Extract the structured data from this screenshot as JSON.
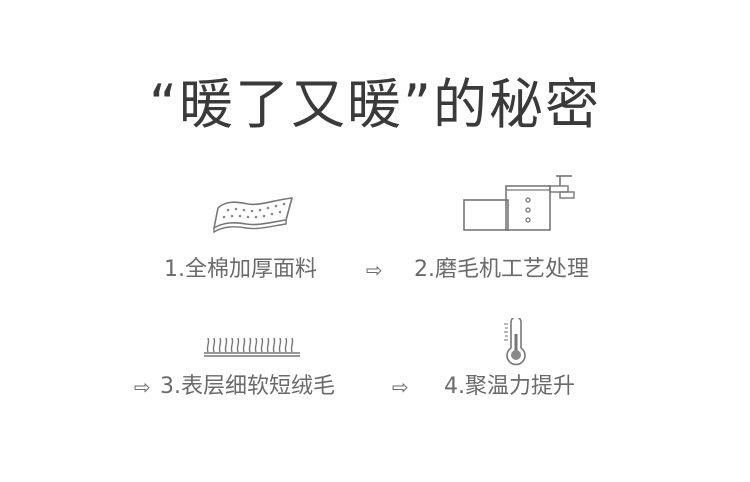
{
  "title": "“暖了又暖”的秘密",
  "steps": [
    {
      "label": "1.全棉加厚面料",
      "icon": "fabric-pad-icon"
    },
    {
      "label": "2.磨毛机工艺处理",
      "icon": "brushing-machine-icon"
    },
    {
      "label": "3.表层细软短绒毛",
      "icon": "short-fleece-icon"
    },
    {
      "label": "4.聚温力提升",
      "icon": "thermometer-icon"
    }
  ],
  "arrows": [
    "⇨",
    "⇨",
    "⇨"
  ],
  "colors": {
    "text": "#6a6a6a",
    "title": "#3a3a3a",
    "line": "#777777"
  }
}
